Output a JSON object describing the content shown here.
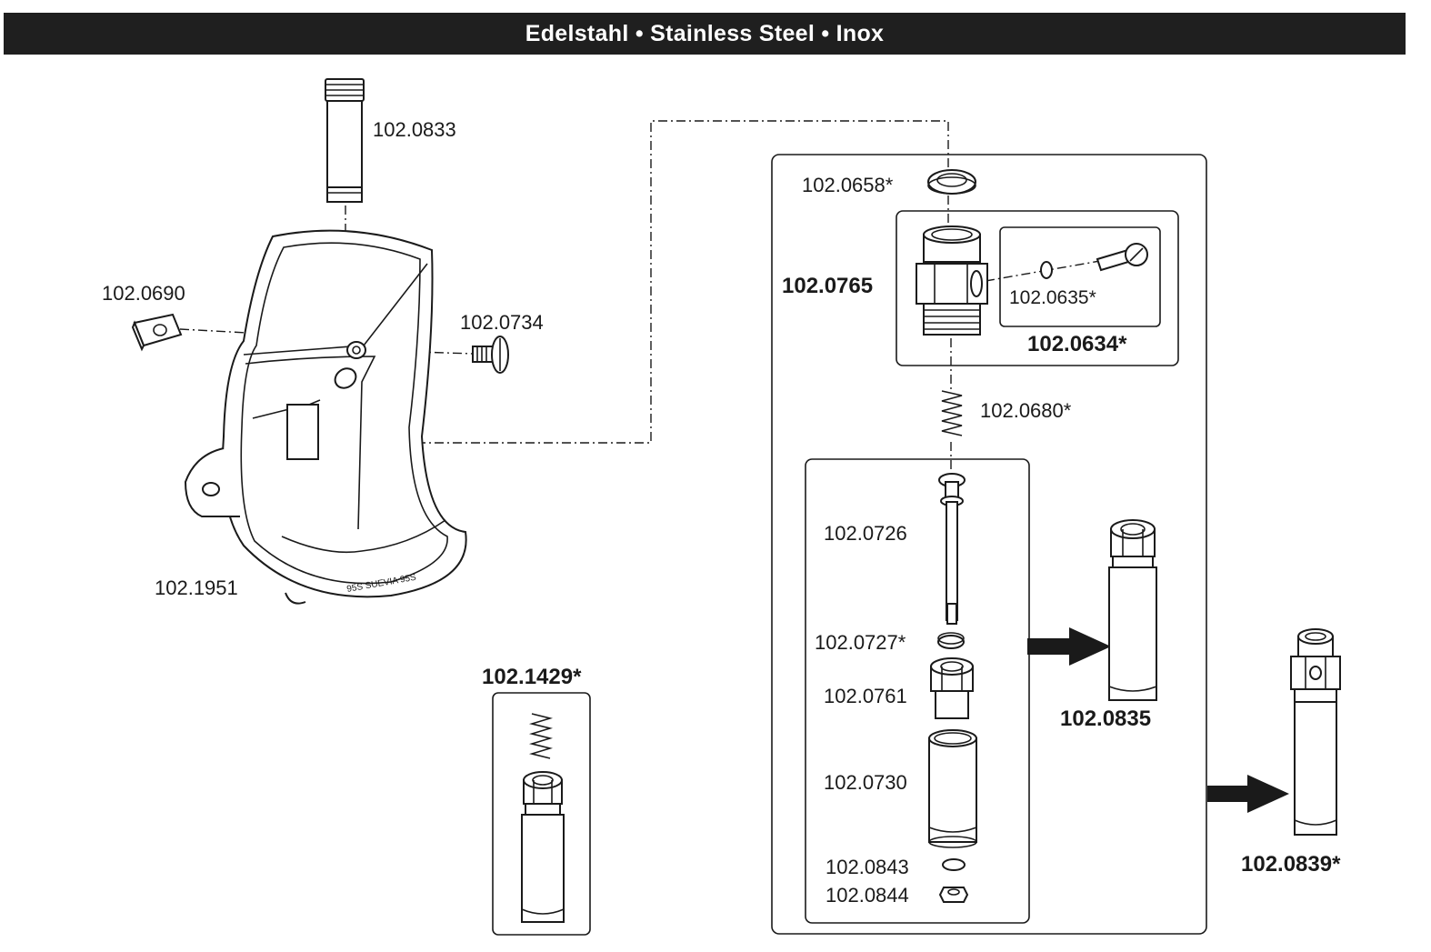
{
  "header": {
    "title": "Edelstahl • Stainless Steel • Inox"
  },
  "parts": {
    "p0833": "102.0833",
    "p0690": "102.0690",
    "p0734": "102.0734",
    "p1951": "102.1951",
    "housing_text": "95S SUEVIA 95S",
    "p0658": "102.0658*",
    "p0765": "102.0765",
    "p0635": "102.0635*",
    "p0634": "102.0634*",
    "p0680": "102.0680*",
    "p0726": "102.0726",
    "p0727": "102.0727*",
    "p0761": "102.0761",
    "p0730": "102.0730",
    "p0843": "102.0843",
    "p0844": "102.0844",
    "p0835": "102.0835",
    "p0839": "102.0839*",
    "p1429": "102.1429*"
  }
}
